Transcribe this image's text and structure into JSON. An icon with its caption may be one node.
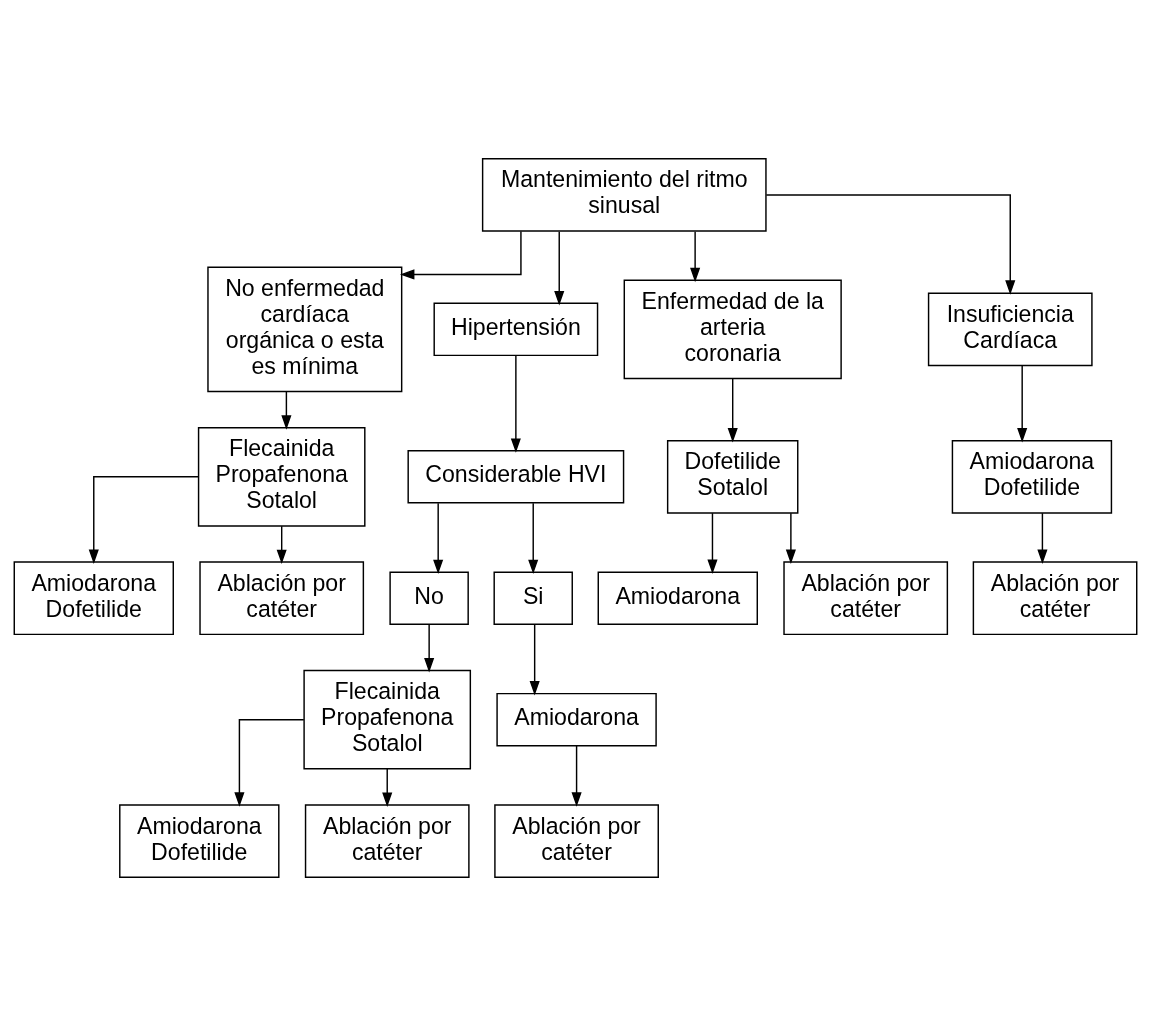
{
  "diagram": {
    "nodes": [
      {
        "text": [
          "Mantenimiento del ritmo sinusal"
        ]
      },
      {
        "text": [
          "No enfermedad cardíaca orgánica o esta es mínima"
        ]
      },
      {
        "text": [
          "Hipertensión"
        ]
      },
      {
        "text": [
          "Enfermedad de la arteria coronaria"
        ]
      },
      {
        "text": [
          "Insuficiencia Cardíaca"
        ]
      },
      {
        "text": [
          "Flecainida Propafenona Sotalol"
        ]
      },
      {
        "text": [
          "Considerable HVI"
        ]
      },
      {
        "text": [
          "Dofetilide Sotalol"
        ]
      },
      {
        "text": [
          "Amiodarona Dofetilide"
        ]
      },
      {
        "text": [
          "No"
        ]
      },
      {
        "text": [
          "Si"
        ]
      },
      {
        "text": [
          "Ablación por catéter"
        ]
      },
      {
        "text": [
          "Amiodarona Dofetilide"
        ]
      },
      {
        "text": [
          "Ablación por catéter"
        ]
      },
      {
        "text": [
          "Amiodarona"
        ]
      },
      {
        "text": [
          "Ablación por catéter"
        ]
      },
      {
        "text": [
          "Flecainida Propafenona Sotalol"
        ]
      },
      {
        "text": [
          "Amiodarona"
        ]
      },
      {
        "text": [
          "Amiodarona Dofetilide"
        ]
      },
      {
        "text": [
          "Ablación por catéter"
        ]
      },
      {
        "text": [
          "Ablación por catéter"
        ]
      }
    ],
    "edges": [
      {
        "from": 0,
        "to": 1,
        "arrow": "to"
      },
      {
        "from": 0,
        "to": 2,
        "arrow": "to"
      },
      {
        "from": 0,
        "to": 3,
        "arrow": "to"
      },
      {
        "from": 0,
        "to": 4,
        "arrow": "to"
      },
      {
        "from": 1,
        "to": 5,
        "arrow": "to"
      },
      {
        "from": 2,
        "to": 6,
        "arrow": "to"
      },
      {
        "from": 3,
        "to": 7,
        "arrow": "to"
      },
      {
        "from": 4,
        "to": 8,
        "arrow": "to"
      },
      {
        "from": 8,
        "to": 11,
        "arrow": "to"
      },
      {
        "from": 5,
        "to": 12,
        "arrow": "to"
      },
      {
        "from": 5,
        "to": 13,
        "arrow": "to"
      },
      {
        "from": 6,
        "to": 9,
        "arrow": "to"
      },
      {
        "from": 6,
        "to": 10,
        "arrow": "to"
      },
      {
        "from": 7,
        "to": 14,
        "arrow": "to"
      },
      {
        "from": 7,
        "to": 15,
        "arrow": "to"
      },
      {
        "from": 9,
        "to": 16,
        "arrow": "to"
      },
      {
        "from": 10,
        "to": 17,
        "arrow": "to"
      },
      {
        "from": 16,
        "to": 18,
        "arrow": "to"
      },
      {
        "from": 16,
        "to": 19,
        "arrow": "to"
      },
      {
        "from": 17,
        "to": 20,
        "arrow": "to"
      }
    ]
  }
}
